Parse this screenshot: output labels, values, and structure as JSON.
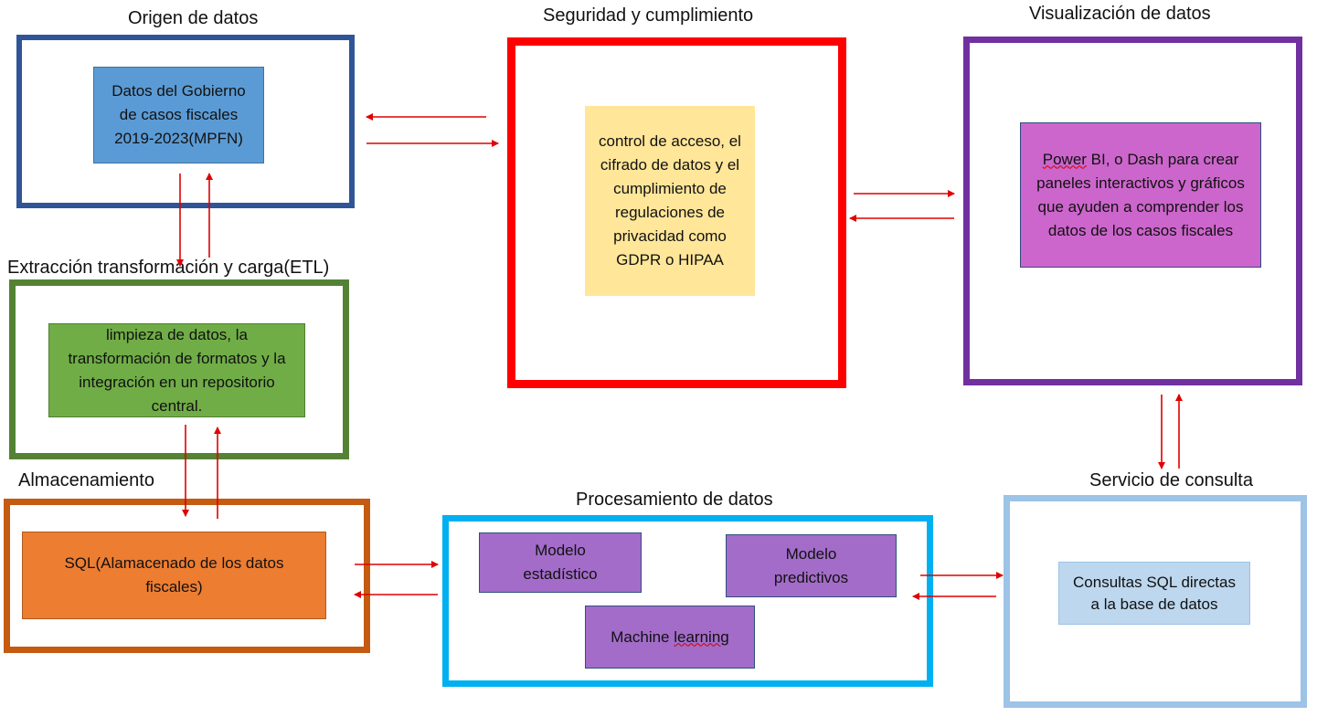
{
  "sections": {
    "origen": {
      "title": "Origen de datos",
      "box": "Datos del Gobierno de casos fiscales 2019-2023(MPFN)"
    },
    "seguridad": {
      "title": "Seguridad y cumplimiento",
      "box": "control de acceso, el cifrado de datos y el cumplimiento de regulaciones de privacidad como GDPR o HIPAA"
    },
    "visualizacion": {
      "title": "Visualización de datos",
      "box_underlined": "Power",
      "box_rest": " BI, o Dash para crear paneles interactivos y gráficos que ayuden a comprender los datos de los casos fiscales"
    },
    "etl": {
      "title": "Extracción transformación y carga(ETL)",
      "box": "limpieza de datos, la transformación de formatos y la integración en un repositorio central."
    },
    "almacenamiento": {
      "title": "Almacenamiento",
      "box": "SQL(Alamacenado de los datos fiscales)"
    },
    "procesamiento": {
      "title": "Procesamiento de datos",
      "modelo_estadistico": "Modelo estadístico",
      "modelo_predictivos": "Modelo predictivos",
      "machine_learning_prefix": "Machine ",
      "machine_learning_underlined": "learning"
    },
    "consulta": {
      "title": "Servicio de consulta",
      "box": "Consultas SQL directas a la base de datos"
    }
  },
  "colors": {
    "origen_border": "#2f5597",
    "origen_fill": "#5b9bd5",
    "seguridad_border": "#ff0000",
    "seguridad_fill": "#ffe699",
    "visualizacion_border": "#7030a0",
    "visualizacion_fill": "#cc66cc",
    "etl_border": "#548235",
    "etl_fill": "#70ad47",
    "almacenamiento_border": "#c55a11",
    "almacenamiento_fill": "#ed7d31",
    "procesamiento_border": "#00b0f0",
    "procesamiento_fill": "#a36cc9",
    "consulta_border": "#9dc3e6",
    "consulta_fill": "#bdd7ee",
    "arrow": "#e00000"
  }
}
